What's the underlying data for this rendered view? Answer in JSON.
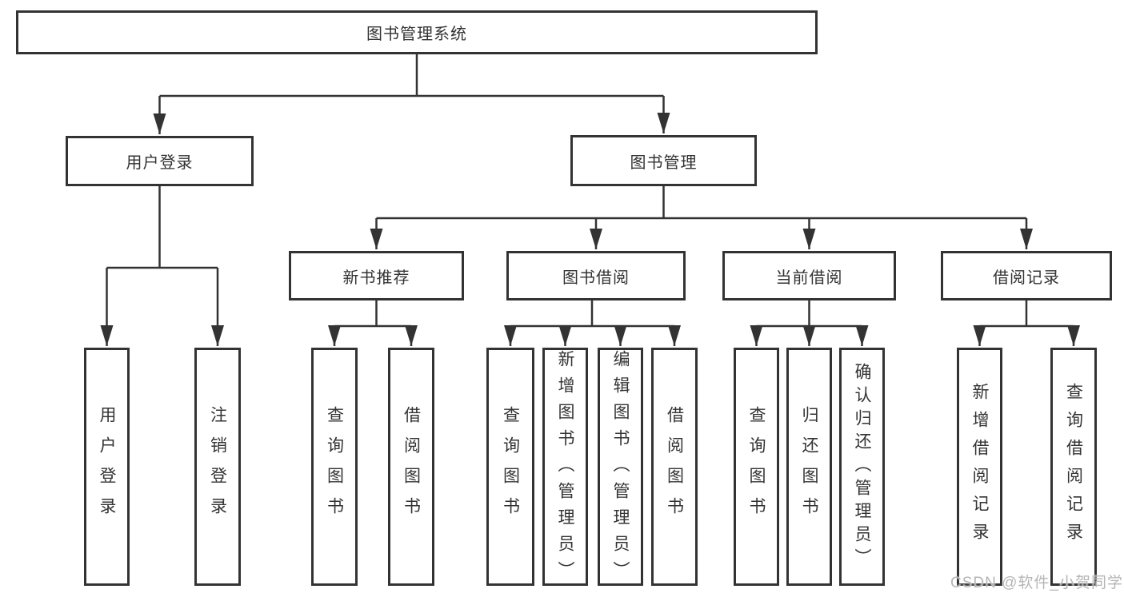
{
  "diagram": {
    "title": "图书管理系统",
    "nodes": {
      "root": "图书管理系统",
      "user_login": "用户登录",
      "book_mgmt": "图书管理",
      "new_book": "新书推荐",
      "book_borrow": "图书借阅",
      "current_borrow": "当前借阅",
      "borrow_record": "借阅记录",
      "leaf_user_login": "用户登录",
      "leaf_logout": "注销登录",
      "leaf_nb_query": "查询图书",
      "leaf_nb_borrow": "借阅图书",
      "leaf_bb_query": "查询图书",
      "leaf_bb_add": "新增图书（管理员）",
      "leaf_bb_edit": "编辑图书（管理员）",
      "leaf_bb_borrow": "借阅图书",
      "leaf_cb_query": "查询图书",
      "leaf_cb_return": "归还图书",
      "leaf_cb_confirm": "确认归还（管理员）",
      "leaf_br_add": "新增借阅记录",
      "leaf_br_query": "查询借阅记录"
    },
    "structure": {
      "图书管理系统": {
        "用户登录": [
          "用户登录",
          "注销登录"
        ],
        "图书管理": {
          "新书推荐": [
            "查询图书",
            "借阅图书"
          ],
          "图书借阅": [
            "查询图书",
            "新增图书（管理员）",
            "编辑图书（管理员）",
            "借阅图书"
          ],
          "当前借阅": [
            "查询图书",
            "归还图书",
            "确认归还（管理员）"
          ],
          "借阅记录": [
            "新增借阅记录",
            "查询借阅记录"
          ]
        }
      }
    },
    "colors": {
      "line": "#333333",
      "box_border": "#333333",
      "text": "#333333",
      "background": "#ffffff",
      "watermark": "#b5b5b5"
    }
  },
  "watermark": {
    "text": "CSDN @软件_小贺同学"
  }
}
